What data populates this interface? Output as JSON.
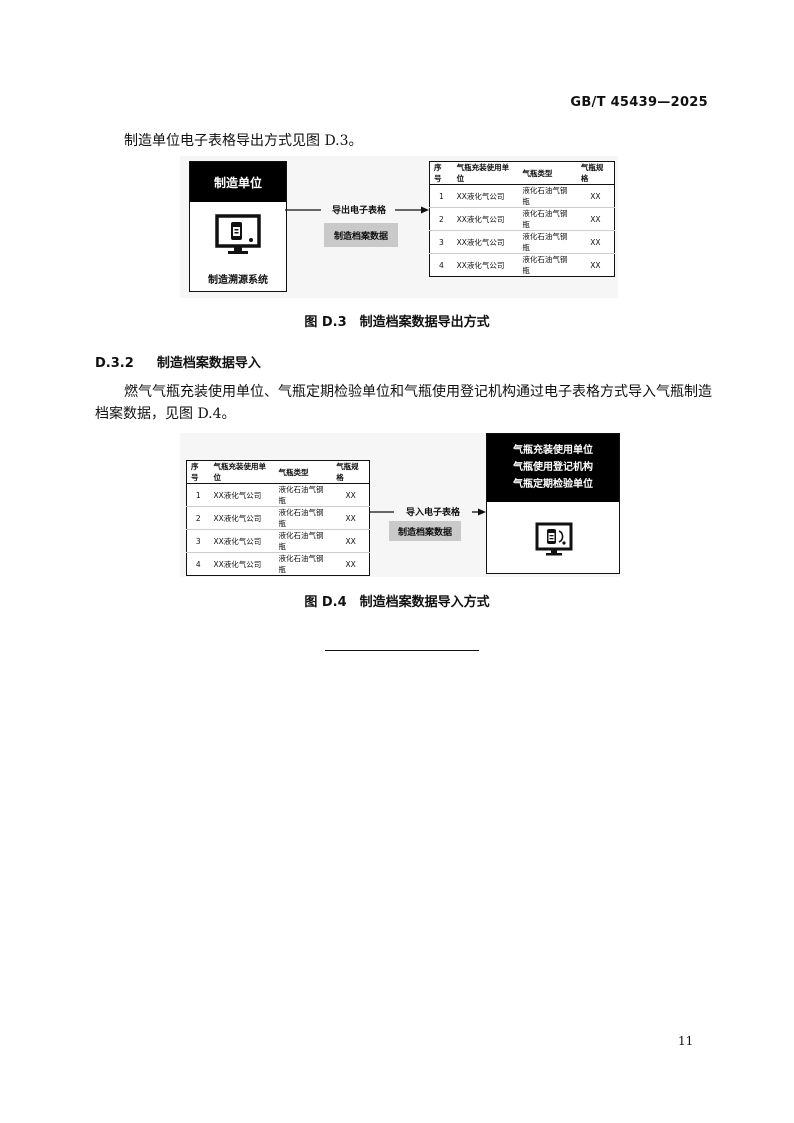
{
  "header": {
    "standard_code": "GB/T 45439—2025"
  },
  "intro_text": "制造单位电子表格导出方式见图 D.3。",
  "figure_d3": {
    "manufacturer_title": "制造单位",
    "system_label": "制造溯源系统",
    "arrow_label": "导出电子表格",
    "chip_label": "制造档案数据",
    "caption": "图 D.3　制造档案数据导出方式"
  },
  "table": {
    "headers": [
      "序号",
      "气瓶充装使用单位",
      "气瓶类型",
      "气瓶规格"
    ],
    "rows": [
      [
        "1",
        "XX液化气公司",
        "液化石油气钢瓶",
        "XX"
      ],
      [
        "2",
        "XX液化气公司",
        "液化石油气钢瓶",
        "XX"
      ],
      [
        "3",
        "XX液化气公司",
        "液化石油气钢瓶",
        "XX"
      ],
      [
        "4",
        "XX液化气公司",
        "液化石油气钢瓶",
        "XX"
      ]
    ]
  },
  "section_d32": {
    "number": "D.3.2",
    "title": "制造档案数据导入",
    "paragraph_line1": "燃气气瓶充装使用单位、气瓶定期检验单位和气瓶使用登记机构通过电子表格方式导入气瓶制造",
    "paragraph_line2": "档案数据，见图 D.4。"
  },
  "figure_d4": {
    "org_lines": [
      "气瓶充装使用单位",
      "气瓶使用登记机构",
      "气瓶定期检验单位"
    ],
    "arrow_label": "导入电子表格",
    "chip_label": "制造档案数据",
    "caption": "图 D.4　制造档案数据导入方式"
  },
  "footer": {
    "page_number": "11"
  },
  "colors": {
    "header_black": "#000000",
    "chip_grey": "#c9c9c9",
    "figure_bg": "#f6f6f6"
  }
}
